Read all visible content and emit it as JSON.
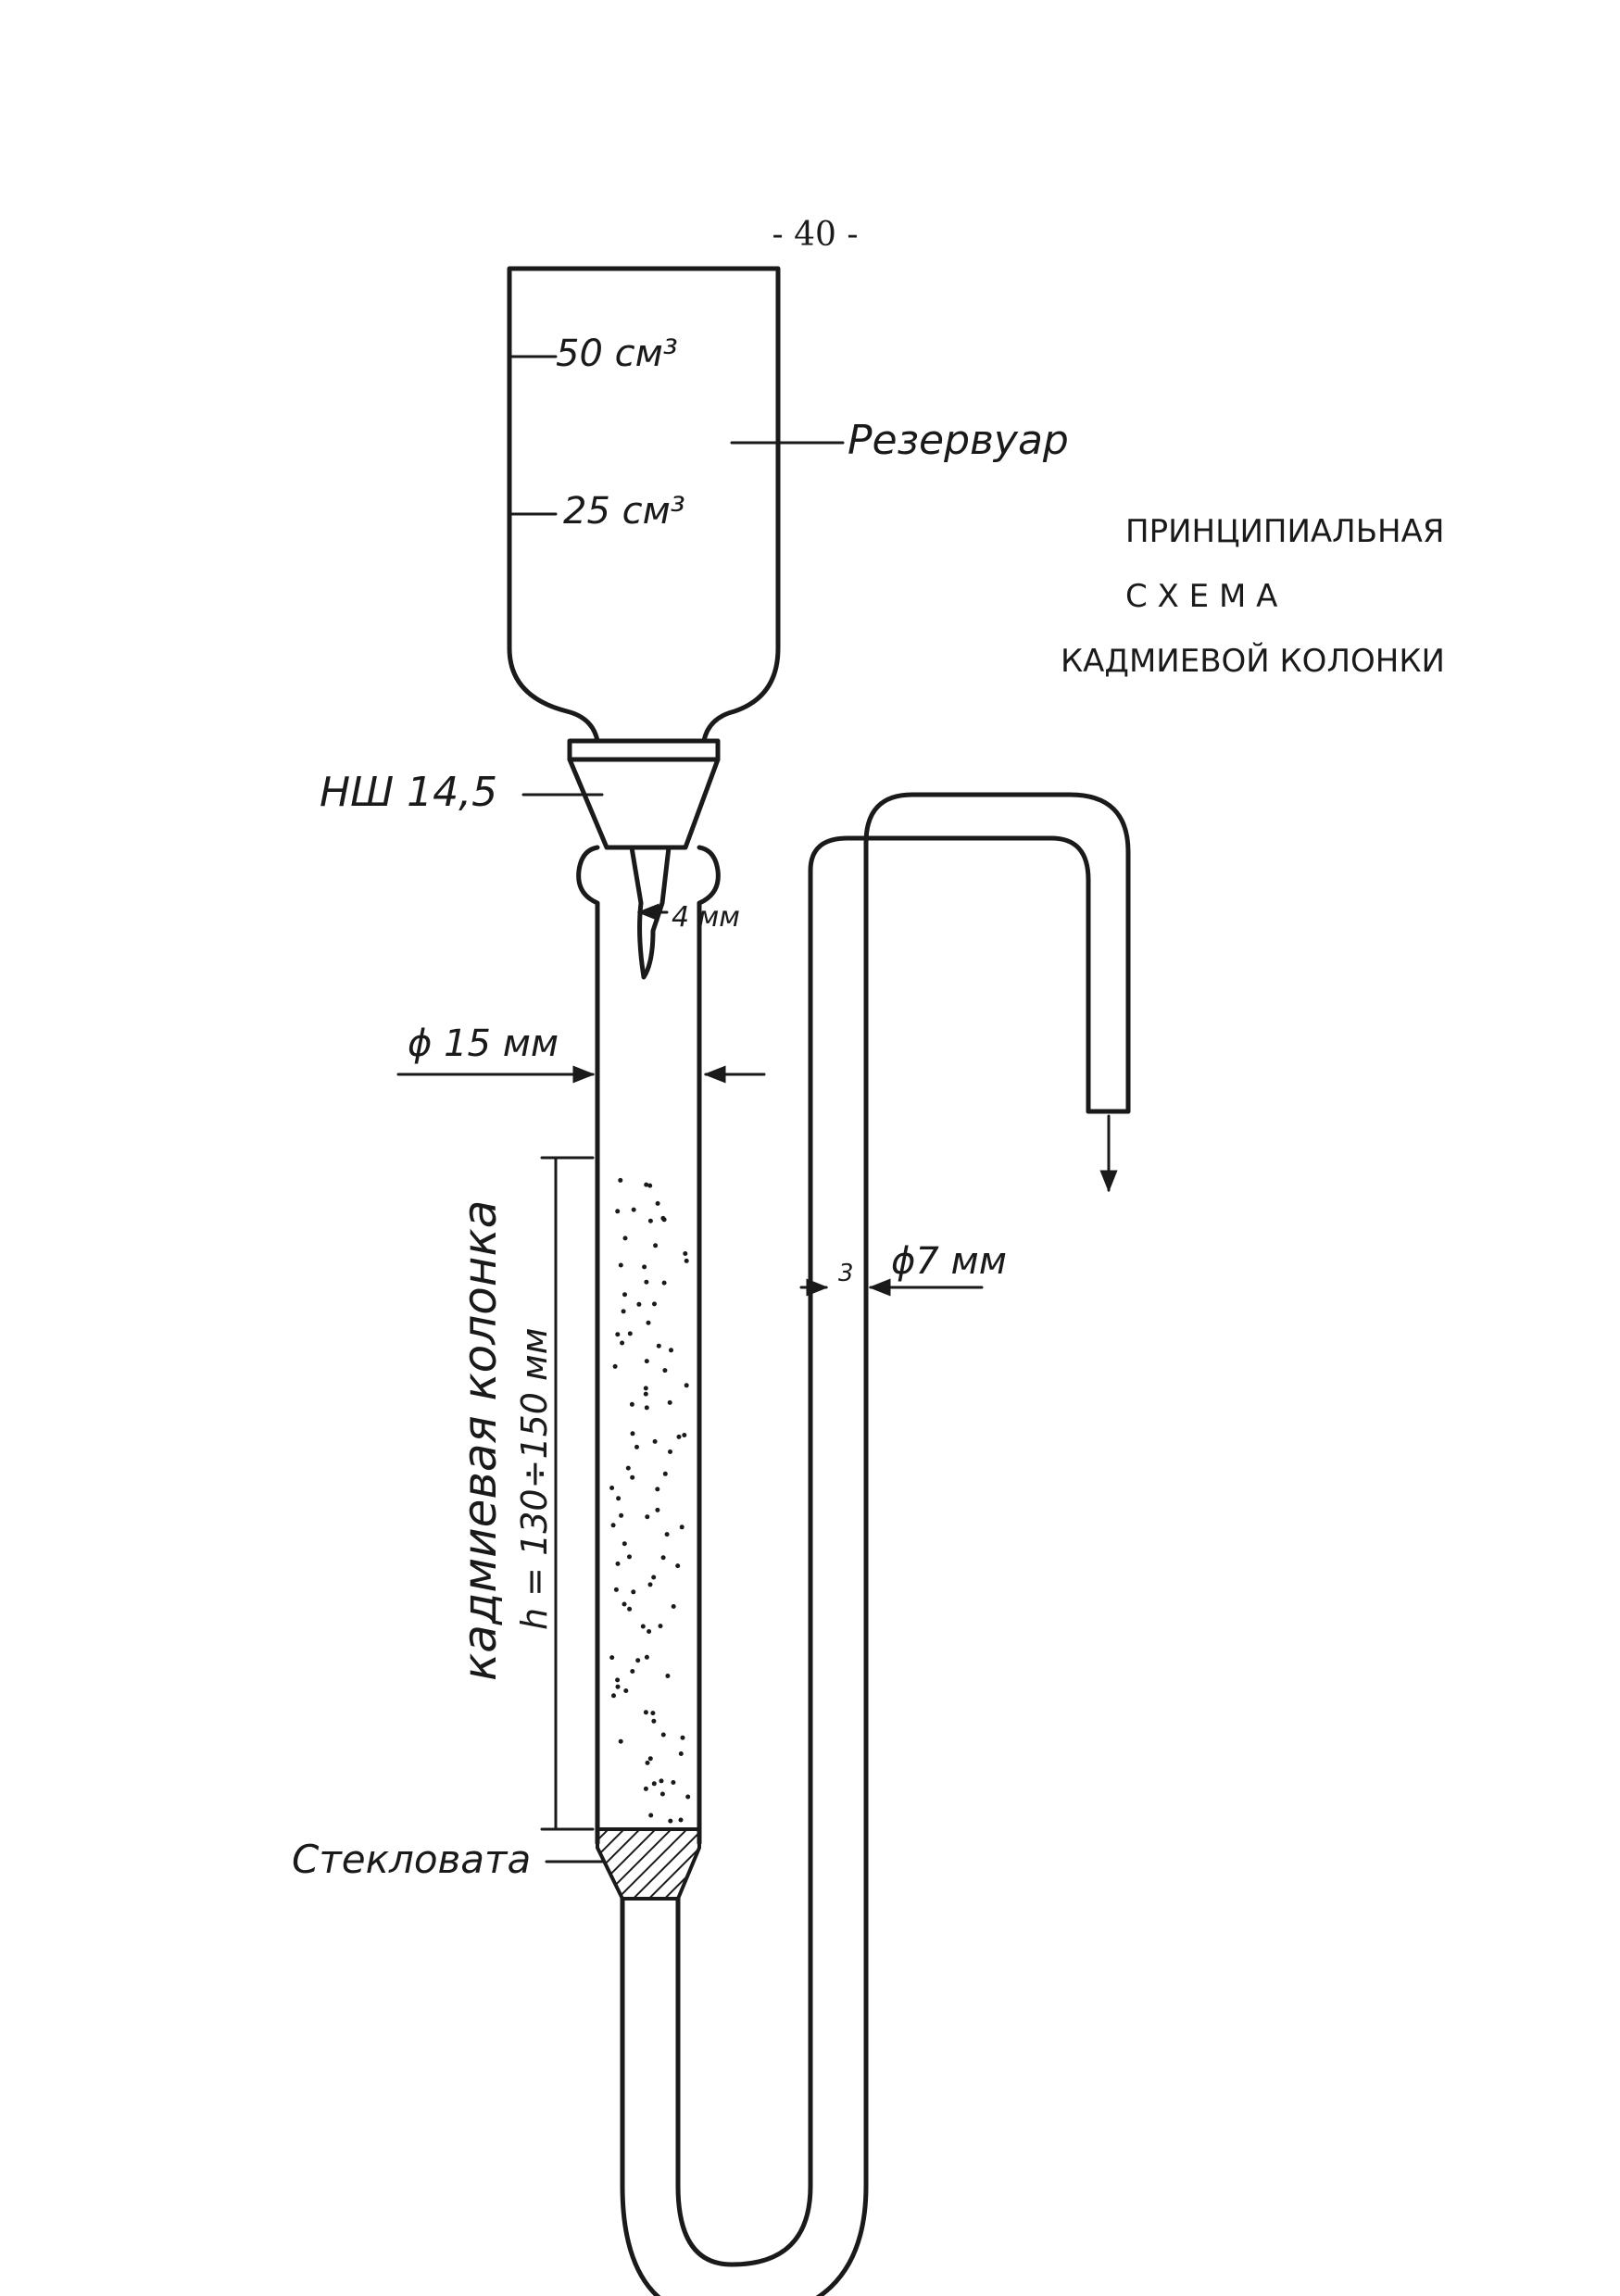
{
  "page_number": "- 40 -",
  "title": {
    "line1": "ПРИНЦИПИАЛЬНАЯ",
    "line2": "С Х Е М А",
    "line3": "КАДМИЕВОЙ  КОЛОНКИ"
  },
  "labels": {
    "mark_50": "50 см³",
    "mark_25": "25 см³",
    "reservoir": "Резервуар",
    "joint": "НШ   14,5",
    "stopcock_width": "4 мм",
    "column_diameter": "ϕ 15 мм",
    "tube_wall": "3",
    "tube_diameter": "ϕ7 мм",
    "cadmium_column": "кадмиевая колонка",
    "column_height": "h = 130÷150 мм",
    "glass_wool": "Стекловата"
  }
}
